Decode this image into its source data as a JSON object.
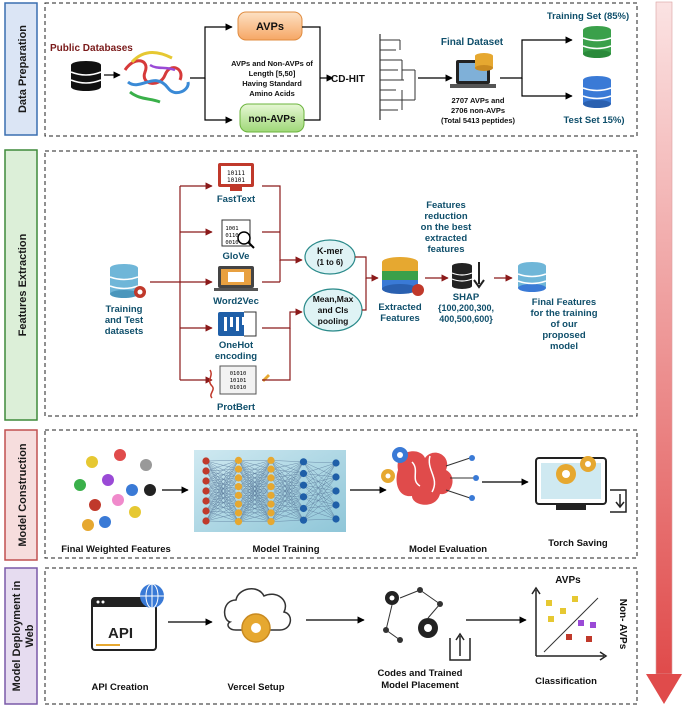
{
  "sections": {
    "data_preparation": "Data Preparation",
    "features_extraction": "Features Extraction",
    "model_construction": "Model Construction",
    "model_deployment": "Model Deployment in Web"
  },
  "data_prep": {
    "public_databases": "Public Databases",
    "avps": "AVPs",
    "non_avps": "non-AVPs",
    "criteria": [
      "AVPs and Non-AVPs of",
      "Length [5,50]",
      "Having Standard",
      "Amino Acids"
    ],
    "cdhit": "CD-HIT",
    "final_dataset": "Final Dataset",
    "dataset_stats": [
      "2707 AVPs and",
      "2706 non-AVPs",
      "(Total 5413 peptides)"
    ],
    "training_set": "Training Set (85%)",
    "test_set": "Test Set 15%)"
  },
  "features": {
    "input": [
      "Training",
      "and Test",
      "datasets"
    ],
    "embeddings": [
      "FastText",
      "GloVe",
      "Word2Vec",
      "OneHot",
      "encoding",
      "ProtBert"
    ],
    "kmer": [
      "K-mer",
      "(1 to 6)"
    ],
    "pooling": [
      "Mean,Max",
      "and Cls",
      "pooling"
    ],
    "extracted": [
      "Extracted",
      "Features"
    ],
    "reduction": [
      "Features",
      "reduction",
      "on the best",
      "extracted",
      "features"
    ],
    "shap": [
      "SHAP",
      "{100,200,300,",
      "400,500,600}"
    ],
    "final": [
      "Final Features",
      "for the training",
      "of our",
      "proposed",
      "model"
    ]
  },
  "model": {
    "weighted": "Final Weighted Features",
    "training": "Model Training",
    "evaluation": "Model Evaluation",
    "saving": "Torch Saving"
  },
  "deploy": {
    "api": "API Creation",
    "api_icon": "API",
    "vercel": "Vercel Setup",
    "codes": [
      "Codes and Trained",
      "Model Placement"
    ],
    "classification": "Classification",
    "avps": "AVPs",
    "non_avps": "Non- AVPs"
  },
  "colors": {
    "arrow": "#8b1a1a",
    "cyan_box": "#dff3f5",
    "section_blue": "#dbe5f5",
    "section_green": "#dcefd8",
    "section_red": "#f6dddd",
    "section_purple": "#e6dcf0",
    "down_arrow": "#e86a6a"
  }
}
